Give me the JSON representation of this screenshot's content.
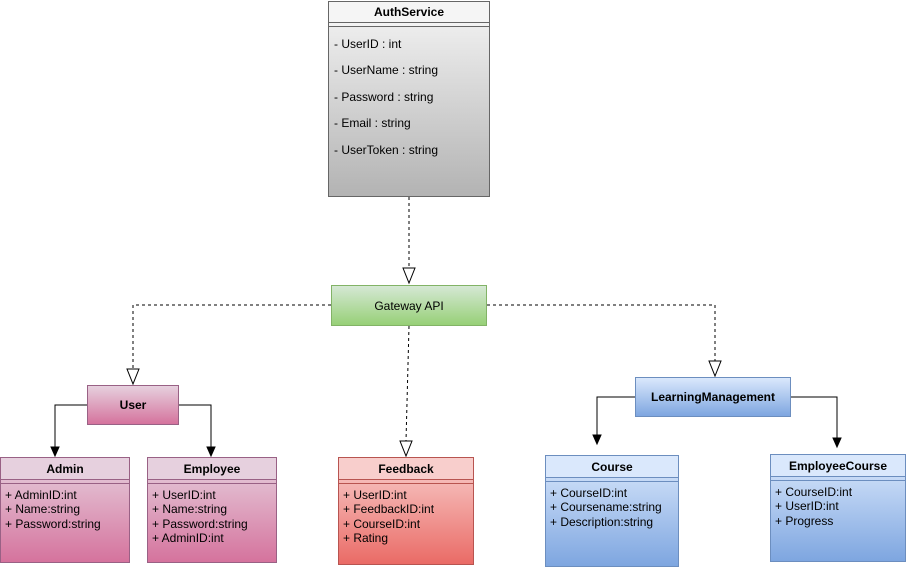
{
  "auth_service": {
    "title": "AuthService",
    "attributes": [
      "- UserID : int",
      "- UserName : string",
      "- Password : string",
      "- Email : string",
      "- UserToken : string"
    ]
  },
  "gateway": {
    "label": "Gateway API"
  },
  "user": {
    "label": "User"
  },
  "learning_management": {
    "label": "LearningManagement"
  },
  "admin": {
    "title": "Admin",
    "attributes": [
      "+ AdminID:int",
      "+ Name:string",
      "+ Password:string"
    ]
  },
  "employee": {
    "title": "Employee",
    "attributes": [
      "+ UserID:int",
      "+ Name:string",
      "+ Password:string",
      "+ AdminID:int"
    ]
  },
  "feedback": {
    "title": "Feedback",
    "attributes": [
      "+ UserID:int",
      "+ FeedbackID:int",
      "+ CourseID:int",
      "+ Rating"
    ]
  },
  "course": {
    "title": "Course",
    "attributes": [
      "+ CourseID:int",
      "+ Coursename:string",
      "+ Description:string"
    ]
  },
  "employee_course": {
    "title": "EmployeeCourse",
    "attributes": [
      "+ CourseID:int",
      "+ UserID:int",
      "+ Progress"
    ]
  },
  "colors": {
    "auth_top": "#f5f5f5",
    "auth_bottom": "#b3b3b3",
    "gateway_top": "#d5e8d4",
    "gateway_bottom": "#97d077",
    "pink_top": "#e6d0de",
    "pink_bottom": "#d5739d",
    "red_top": "#f8cecc",
    "red_bottom": "#ea6b66",
    "blue_top": "#dae8fc",
    "blue_bottom": "#7ea6e0"
  }
}
